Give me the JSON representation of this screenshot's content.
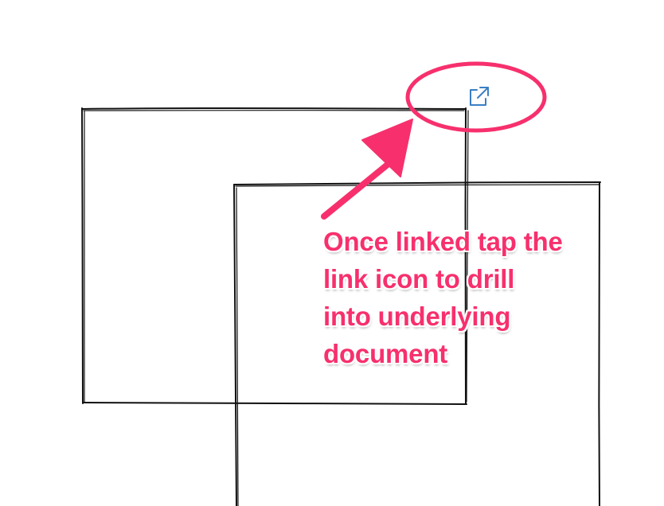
{
  "annotation": {
    "lines": [
      "Once linked tap the",
      "link icon to drill",
      "into underlying",
      "document"
    ]
  },
  "colors": {
    "annotation": "#f7306d",
    "link_icon": "#3a7fc4",
    "sketch_stroke": "#111111",
    "background": "#ffffff"
  },
  "icons": {
    "link": "external-link-icon"
  }
}
